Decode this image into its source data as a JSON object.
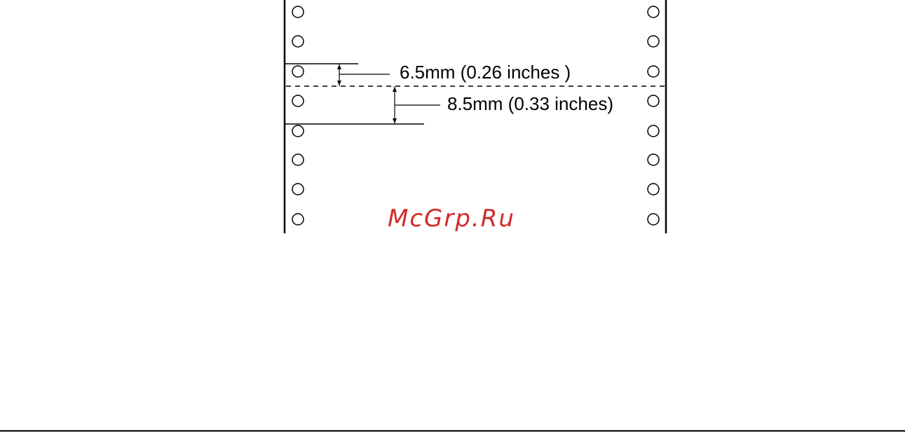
{
  "labels": {
    "top_dimension": "6.5mm (0.26 inches )",
    "bottom_dimension": "8.5mm (0.33 inches)"
  },
  "watermark": {
    "text": "McGrp.Ru",
    "color": "#d42a2a"
  },
  "colors": {
    "line": "#000000",
    "background": "#ffffff"
  }
}
